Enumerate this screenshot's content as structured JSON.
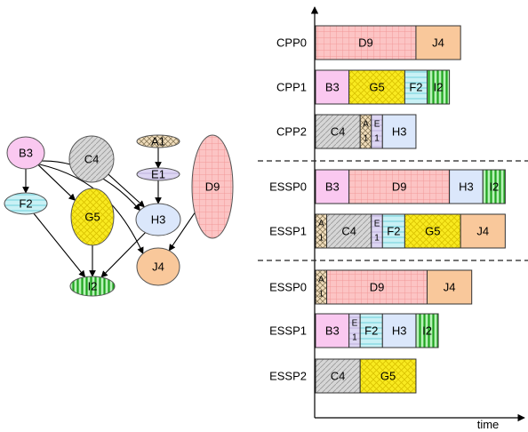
{
  "axis": {
    "x_label": "time"
  },
  "colors": {
    "A": "#f1debd",
    "B": "#fac8f0",
    "C": "#d6d6d6",
    "D": "#fcc4c4",
    "E": "#ddd6f3",
    "F": "#c9f1f5",
    "G": "#f9ea20",
    "H": "#dbe7fb",
    "I": "#55dd55",
    "J": "#f9c89b"
  },
  "graph": {
    "nodes": [
      {
        "id": "B3",
        "label": "B3",
        "color": "B"
      },
      {
        "id": "C4",
        "label": "C4",
        "color": "C"
      },
      {
        "id": "A1",
        "label": "A1",
        "color": "A"
      },
      {
        "id": "E1",
        "label": "E1",
        "color": "E"
      },
      {
        "id": "D9",
        "label": "D9",
        "color": "D"
      },
      {
        "id": "F2",
        "label": "F2",
        "color": "F"
      },
      {
        "id": "G5",
        "label": "G5",
        "color": "G"
      },
      {
        "id": "H3",
        "label": "H3",
        "color": "H"
      },
      {
        "id": "I2",
        "label": "I2",
        "color": "I"
      },
      {
        "id": "J4",
        "label": "J4",
        "color": "J"
      }
    ],
    "edges": [
      [
        "B3",
        "F2"
      ],
      [
        "B3",
        "G5"
      ],
      [
        "B3",
        "H3"
      ],
      [
        "B3",
        "J4"
      ],
      [
        "C4",
        "H3"
      ],
      [
        "A1",
        "E1"
      ],
      [
        "E1",
        "H3"
      ],
      [
        "D9",
        "J4"
      ],
      [
        "F2",
        "I2"
      ],
      [
        "G5",
        "I2"
      ],
      [
        "H3",
        "I2"
      ]
    ]
  },
  "schedule": [
    {
      "group": 1,
      "label": "CPP0",
      "tasks": [
        {
          "label": "D9",
          "color": "D",
          "start": 0,
          "duration": 9
        },
        {
          "label": "J4",
          "color": "J",
          "start": 9,
          "duration": 4
        }
      ]
    },
    {
      "group": 1,
      "label": "CPP1",
      "tasks": [
        {
          "label": "B3",
          "color": "B",
          "start": 0,
          "duration": 3
        },
        {
          "label": "G5",
          "color": "G",
          "start": 3,
          "duration": 5
        },
        {
          "label": "F2",
          "color": "F",
          "start": 8,
          "duration": 2
        },
        {
          "label": "I2",
          "color": "I",
          "start": 10,
          "duration": 2
        }
      ]
    },
    {
      "group": 1,
      "label": "CPP2",
      "tasks": [
        {
          "label": "C4",
          "color": "C",
          "start": 0,
          "duration": 4
        },
        {
          "label": "A 1",
          "color": "A",
          "start": 4,
          "duration": 1
        },
        {
          "label": "E 1",
          "color": "E",
          "start": 5,
          "duration": 1
        },
        {
          "label": "H3",
          "color": "H",
          "start": 6,
          "duration": 3
        }
      ]
    },
    {
      "group": 2,
      "label": "ESSP0",
      "tasks": [
        {
          "label": "B3",
          "color": "B",
          "start": 0,
          "duration": 3
        },
        {
          "label": "D9",
          "color": "D",
          "start": 3,
          "duration": 9
        },
        {
          "label": "H3",
          "color": "H",
          "start": 12,
          "duration": 3
        },
        {
          "label": "I2",
          "color": "I",
          "start": 15,
          "duration": 2
        }
      ]
    },
    {
      "group": 2,
      "label": "ESSP1",
      "tasks": [
        {
          "label": "A 1",
          "color": "A",
          "start": 0,
          "duration": 1
        },
        {
          "label": "C4",
          "color": "C",
          "start": 1,
          "duration": 4
        },
        {
          "label": "E 1",
          "color": "E",
          "start": 5,
          "duration": 1
        },
        {
          "label": "F2",
          "color": "F",
          "start": 6,
          "duration": 2
        },
        {
          "label": "G5",
          "color": "G",
          "start": 8,
          "duration": 5
        },
        {
          "label": "J4",
          "color": "J",
          "start": 13,
          "duration": 4
        }
      ]
    },
    {
      "group": 3,
      "label": "ESSP0",
      "tasks": [
        {
          "label": "A 1",
          "color": "A",
          "start": 0,
          "duration": 1
        },
        {
          "label": "D9",
          "color": "D",
          "start": 1,
          "duration": 9
        },
        {
          "label": "J4",
          "color": "J",
          "start": 10,
          "duration": 4
        }
      ]
    },
    {
      "group": 3,
      "label": "ESSP1",
      "tasks": [
        {
          "label": "B3",
          "color": "B",
          "start": 0,
          "duration": 3
        },
        {
          "label": "E 1",
          "color": "E",
          "start": 3,
          "duration": 1
        },
        {
          "label": "F2",
          "color": "F",
          "start": 4,
          "duration": 2
        },
        {
          "label": "H3",
          "color": "H",
          "start": 6,
          "duration": 3
        },
        {
          "label": "I2",
          "color": "I",
          "start": 9,
          "duration": 2
        }
      ]
    },
    {
      "group": 3,
      "label": "ESSP2",
      "tasks": [
        {
          "label": "C4",
          "color": "C",
          "start": 0,
          "duration": 4
        },
        {
          "label": "G5",
          "color": "G",
          "start": 4,
          "duration": 5
        }
      ]
    }
  ]
}
